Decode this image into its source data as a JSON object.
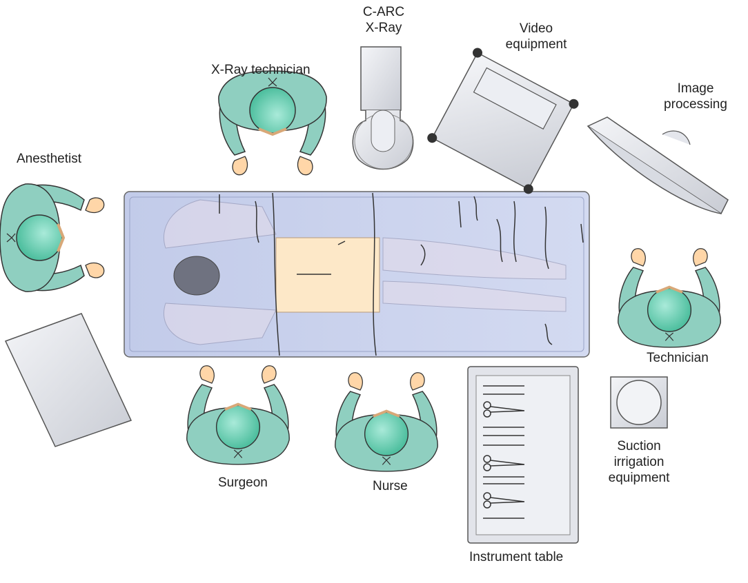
{
  "labels": {
    "carc_line1": "C-ARC",
    "carc_line2": "X-Ray",
    "video_line1": "Video",
    "video_line2": "equipment",
    "xray_tech": "X-Ray technician",
    "image_line1": "Image",
    "image_line2": "processing",
    "anesthetist": "Anesthetist",
    "technician": "Technician",
    "surgeon": "Surgeon",
    "nurse": "Nurse",
    "suction_line1": "Suction",
    "suction_line2": "irrigation",
    "suction_line3": "equipment",
    "instrument_table": "Instrument table"
  },
  "colors": {
    "scrubs": "#8fcfc0",
    "cap": "#6fd1b8",
    "skin": "#ffd6a8",
    "drape": "#c9d2ee",
    "patient_skin": "#fde8c8",
    "equipment": "#e6e8ee",
    "outline": "#333333"
  }
}
